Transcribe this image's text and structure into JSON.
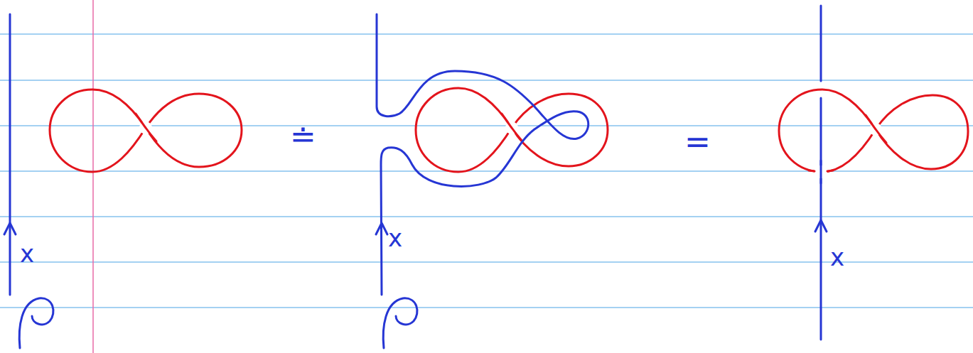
{
  "diagram": {
    "labels": [
      "x",
      "x",
      "x",
      "≐",
      "="
    ]
  }
}
